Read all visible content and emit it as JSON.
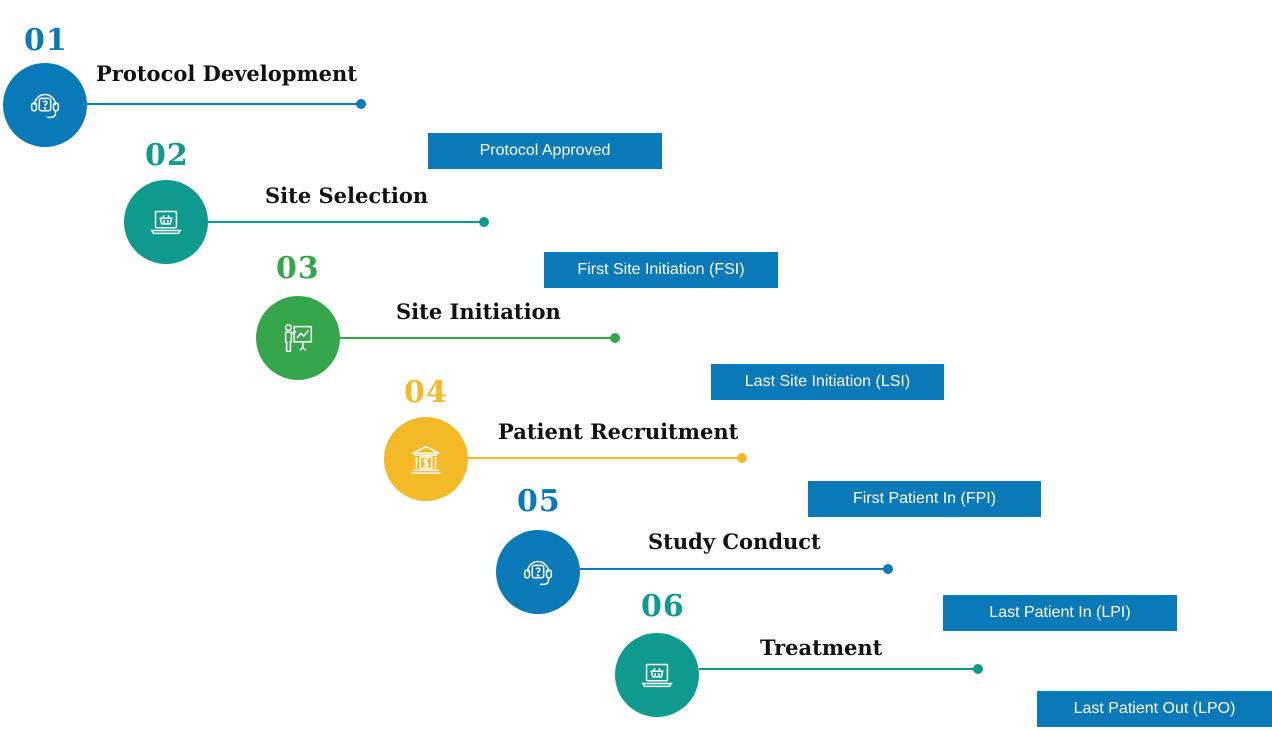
{
  "steps": [
    {
      "number": "01",
      "title": "Protocol Development",
      "icon": "support-headset-icon",
      "color": "#0a79b8"
    },
    {
      "number": "02",
      "title": "Site Selection",
      "icon": "laptop-basket-icon",
      "color": "#0e9a8c"
    },
    {
      "number": "03",
      "title": "Site Initiation",
      "icon": "presenter-chart-icon",
      "color": "#35a64b"
    },
    {
      "number": "04",
      "title": "Patient Recruitment",
      "icon": "bank-dollar-icon",
      "color": "#f4b926"
    },
    {
      "number": "05",
      "title": "Study Conduct",
      "icon": "support-headset-icon",
      "color": "#0a79b8"
    },
    {
      "number": "06",
      "title": "Treatment",
      "icon": "laptop-basket-icon",
      "color": "#0e9a8c"
    }
  ],
  "milestones": [
    {
      "label": "Protocol Approved"
    },
    {
      "label": "First Site Initiation (FSI)"
    },
    {
      "label": "Last Site Initiation (LSI)"
    },
    {
      "label": "First Patient In (FPI)"
    },
    {
      "label": "Last Patient In (LPI)"
    },
    {
      "label": "Last Patient Out (LPO)"
    }
  ]
}
